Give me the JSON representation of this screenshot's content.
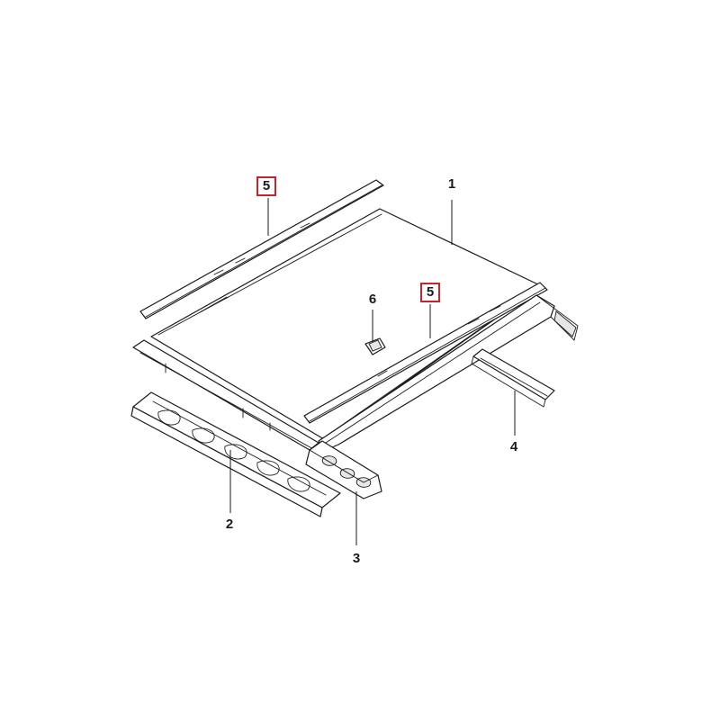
{
  "callouts": {
    "p1": "1",
    "p2": "2",
    "p3": "3",
    "p4": "4",
    "p5a": "5",
    "p5b": "5",
    "p6": "6"
  },
  "colors": {
    "line": "#1a1a1a",
    "highlight_box": "#c8232c",
    "background": "#ffffff"
  }
}
